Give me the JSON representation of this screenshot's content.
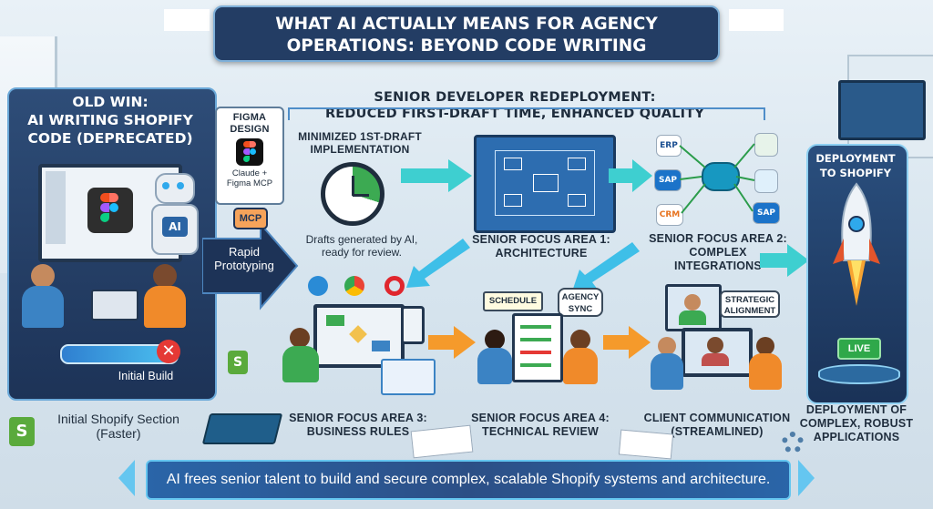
{
  "title": {
    "line1": "WHAT AI ACTUALLY MEANS FOR AGENCY",
    "line2": "OPERATIONS: BEYOND CODE WRITING"
  },
  "old_win": {
    "line1": "OLD WIN:",
    "line2": "AI WRITING SHOPIFY",
    "line3": "CODE (DEPRECATED)"
  },
  "figma": {
    "line1": "FIGMA",
    "line2": "DESIGN",
    "caption": "Claude + Figma MCP"
  },
  "mcp": {
    "badge": "MCP",
    "ai_label": "AI",
    "rapid": "Rapid Prototyping"
  },
  "initial_build": "Initial Build",
  "initial_section": {
    "line1": "Initial Shopify Section",
    "line2": "(Faster)"
  },
  "redeploy": {
    "line1": "SENIOR DEVELOPER REDEPLOYMENT:",
    "line2": "REDUCED FIRST-DRAFT TIME, ENHANCED QUALITY"
  },
  "minimized": {
    "line1": "MINIMIZED 1ST-DRAFT",
    "line2": "IMPLEMENTATION"
  },
  "drafts": {
    "line1": "Drafts generated by AI,",
    "line2": "ready for review."
  },
  "area1": {
    "line1": "SENIOR FOCUS AREA 1:",
    "line2": "ARCHITECTURE"
  },
  "area2": {
    "line1": "SENIOR FOCUS AREA 2:",
    "line2": "COMPLEX",
    "line3": "INTEGRATIONS"
  },
  "integrations": {
    "erp": "ERP",
    "sap1": "SAP",
    "crm": "CRM",
    "sap2": "SAP"
  },
  "area3": {
    "line1": "SENIOR FOCUS AREA 3:",
    "line2": "BUSINESS RULES"
  },
  "area4": {
    "line1": "SENIOR FOCUS AREA 4:",
    "line2": "TECHNICAL REVIEW"
  },
  "schedule": "SCHEDULE",
  "agency_sync": {
    "line1": "AGENCY",
    "line2": "SYNC"
  },
  "strategic": {
    "line1": "STRATEGIC",
    "line2": "ALIGNMENT"
  },
  "client_comm": {
    "line1": "CLIENT COMMUNICATION",
    "line2": "(STREAMLINED)"
  },
  "deployment": {
    "line1": "DEPLOYMENT",
    "line2": "TO SHOPIFY",
    "live": "LIVE"
  },
  "deploy_complex": {
    "line1": "DEPLOYMENT OF",
    "line2": "COMPLEX, ROBUST",
    "line3": "APPLICATIONS"
  },
  "footer": "AI frees senior talent to build and secure complex, scalable Shopify systems and architecture.",
  "colors": {
    "navy": "#233d64",
    "accent": "#65c6f0",
    "green": "#3caa52",
    "orange": "#f28c28",
    "red": "#e53935"
  }
}
